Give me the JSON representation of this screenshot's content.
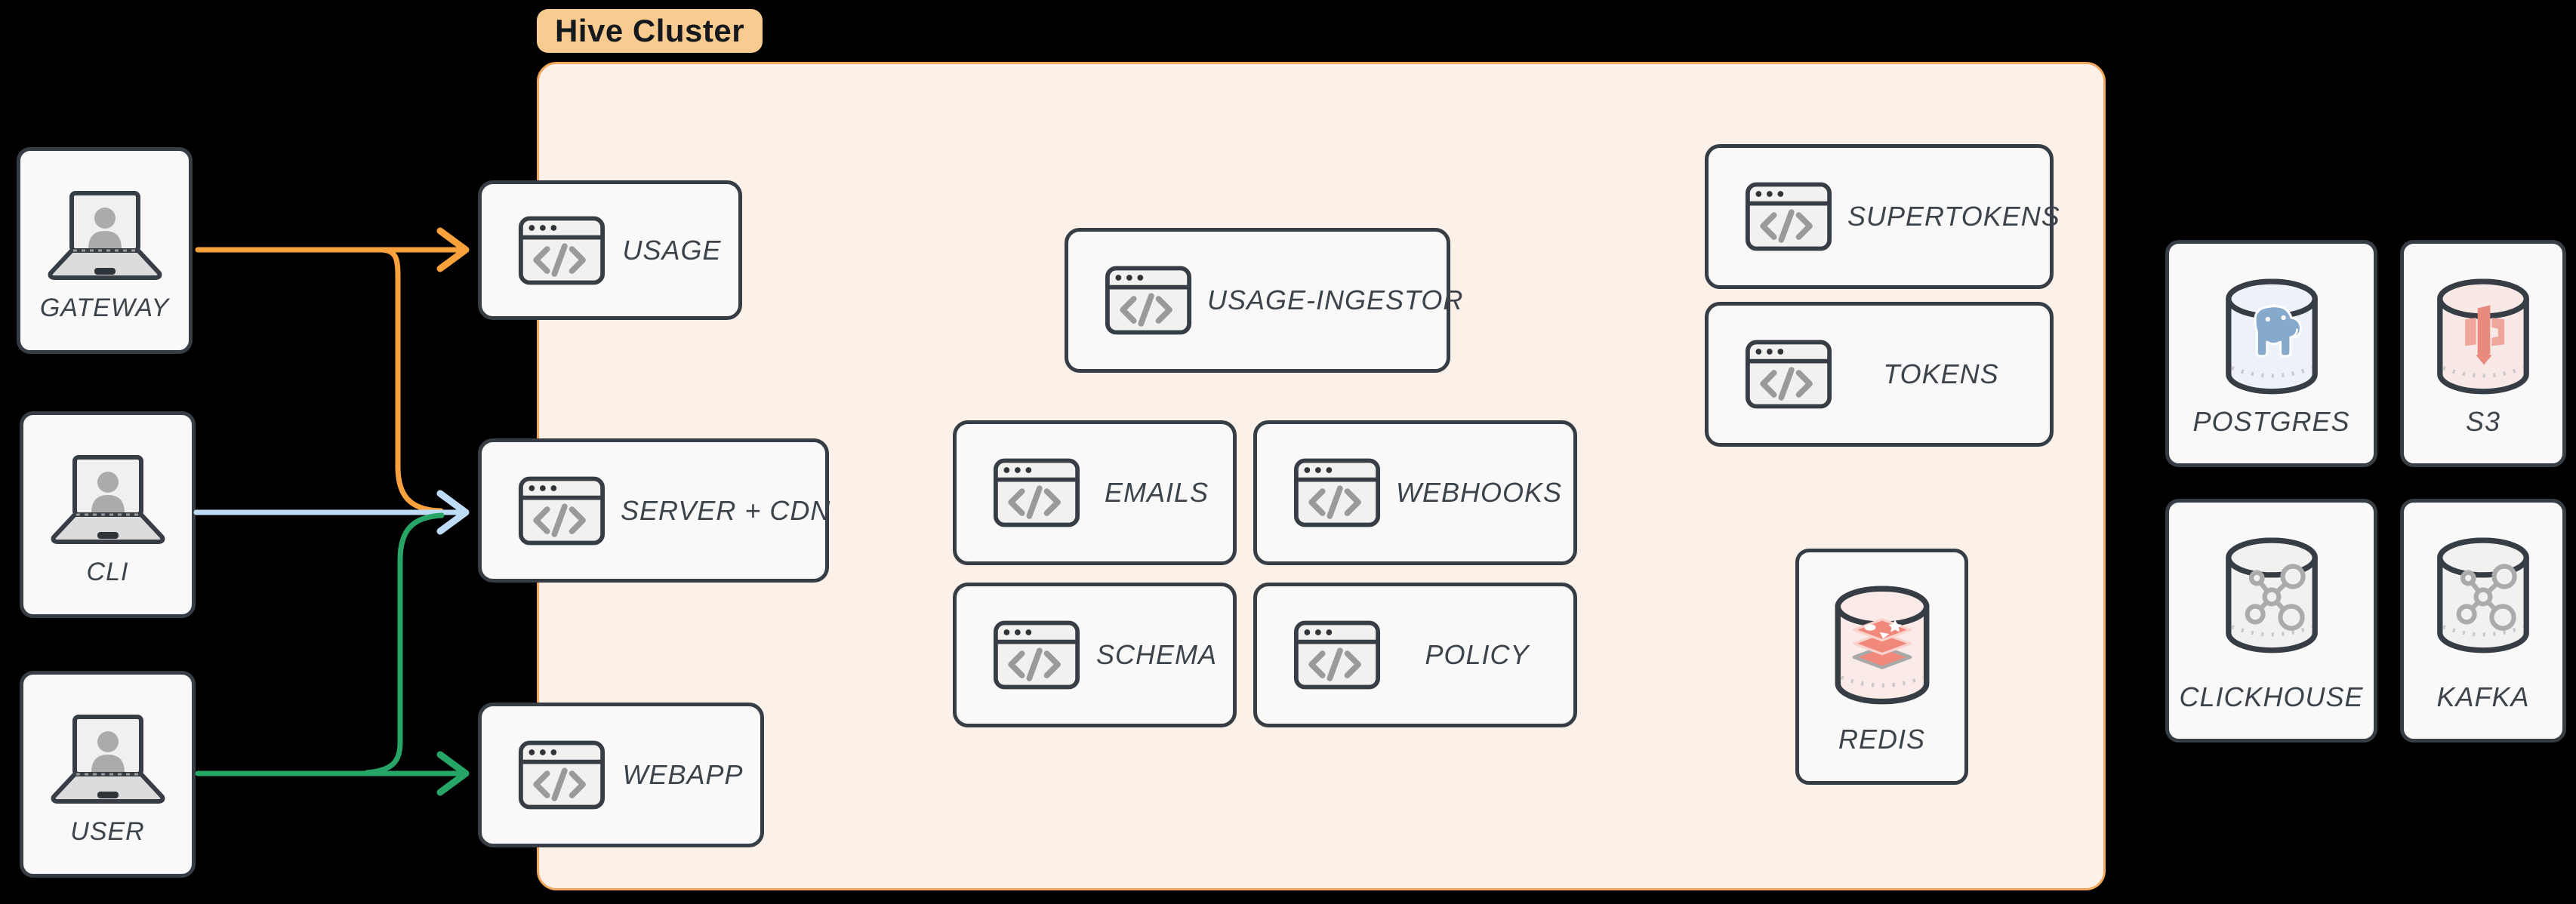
{
  "diagram": {
    "cluster": {
      "label": "Hive Cluster"
    },
    "actors": {
      "gateway": {
        "label": "GATEWAY",
        "arrow_color": "#F9A23C",
        "targets": [
          "USAGE",
          "SERVER + CDN"
        ]
      },
      "cli": {
        "label": "CLI",
        "arrow_color": "#BFDCF7",
        "targets": [
          "SERVER + CDN"
        ]
      },
      "user": {
        "label": "USER",
        "arrow_color": "#27A567",
        "targets": [
          "WEBAPP",
          "SERVER + CDN"
        ]
      }
    },
    "services": {
      "usage": {
        "label": "USAGE"
      },
      "server_cdn": {
        "label": "SERVER + CDN"
      },
      "webapp": {
        "label": "WEBAPP"
      },
      "usage_ingestor": {
        "label": "USAGE-INGESTOR"
      },
      "emails": {
        "label": "EMAILS"
      },
      "webhooks": {
        "label": "WEBHOOKS"
      },
      "schema": {
        "label": "SCHEMA"
      },
      "policy": {
        "label": "POLICY"
      },
      "supertokens": {
        "label": "SUPERTOKENS"
      },
      "tokens": {
        "label": "TOKENS"
      },
      "redis": {
        "label": "REDIS"
      }
    },
    "datastores": {
      "postgres": {
        "label": "POSTGRES"
      },
      "s3": {
        "label": "S3"
      },
      "clickhouse": {
        "label": "CLICKHOUSE"
      },
      "kafka": {
        "label": "KAFKA"
      }
    }
  },
  "colors": {
    "bg": "#000000",
    "border": "#363D44",
    "box_fill": "#F8F9F8",
    "label": "#3D434B",
    "cluster_fill": "#FCF1E8",
    "cluster_border": "#F2A85C",
    "badge_fill": "#F8CB90",
    "badge_text": "#15181C",
    "orange": "#F9A23C",
    "blue": "#BFDCF7",
    "green": "#27A567",
    "icon_gray": "#9A9A9A",
    "icon_fill": "#F1F1EF",
    "icon_dark": "#2F3439",
    "pg_fill": "#EDF1F9",
    "pg_logo": "#85AACC",
    "s3_fill": "#F8E8E6",
    "s3_logo": "#E88B7D",
    "redis_fill": "#FAEAE8",
    "redis_logo": "#F0897C",
    "store_fill": "#F1F1EF"
  }
}
